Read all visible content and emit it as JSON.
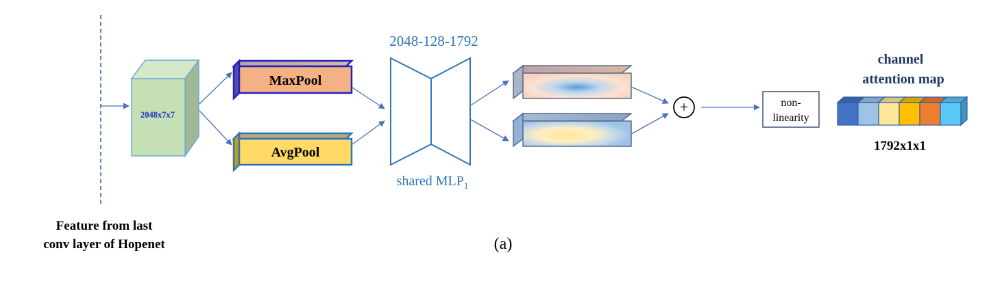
{
  "input": {
    "dims": "2048x7x7",
    "caption_line1": "Feature from last",
    "caption_line2": "conv layer of Hopenet"
  },
  "pooling": {
    "max_label": "MaxPool",
    "avg_label": "AvgPool"
  },
  "mlp": {
    "sizes": "2048-128-1792",
    "label": "shared MLP",
    "label_subscript": "1"
  },
  "ops": {
    "sum_symbol": "+",
    "nonlinearity_line1": "non-",
    "nonlinearity_line2": "linearity"
  },
  "output": {
    "title_line1": "channel",
    "title_line2": "attention map",
    "dims": "1792x1x1",
    "block_colors": [
      "#4472c4",
      "#9dc3e6",
      "#ffe699",
      "#ffc000",
      "#ed7d31",
      "#5bc8f5"
    ]
  },
  "figure_label": "(a)",
  "colors": {
    "mlp_blue": "#2e75b6",
    "arrow": "#4a72b8",
    "title_navy": "#1f3864",
    "input_face": "#c5e0b4"
  }
}
